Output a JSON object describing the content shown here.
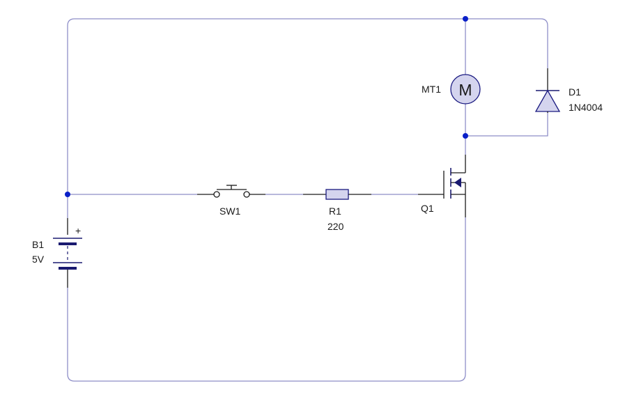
{
  "components": {
    "battery": {
      "ref": "B1",
      "value": "5V",
      "polarity": "+"
    },
    "switch": {
      "ref": "SW1"
    },
    "resistor": {
      "ref": "R1",
      "value": "220"
    },
    "mosfet": {
      "ref": "Q1"
    },
    "motor": {
      "ref": "MT1",
      "symbol": "M"
    },
    "diode": {
      "ref": "D1",
      "value": "1N4004"
    }
  },
  "colors": {
    "wire": "#8e8ec8",
    "junction": "#0a20c8",
    "component_fill": "#d4d4ee",
    "component_stroke": "#1a1a80"
  }
}
